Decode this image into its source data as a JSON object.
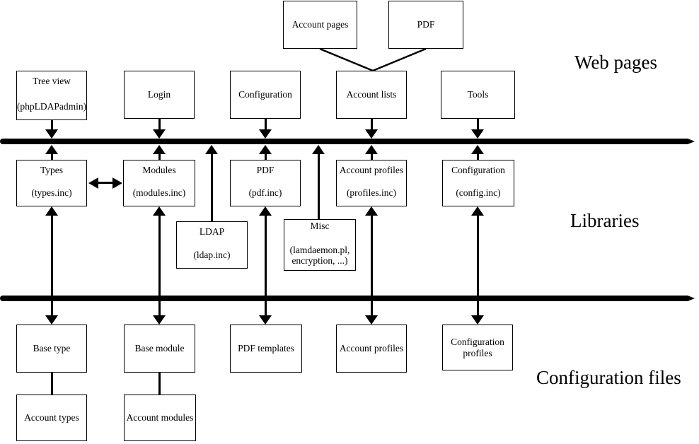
{
  "section_labels": {
    "web_pages": "Web pages",
    "libraries": "Libraries",
    "configuration_files": "Configuration files"
  },
  "boxes": {
    "account_pages": {
      "label": "Account pages"
    },
    "pdf_web": {
      "label": "PDF"
    },
    "tree_view": {
      "label": "Tree view",
      "sub": "(phpLDAPadmin)"
    },
    "login": {
      "label": "Login"
    },
    "configuration_web": {
      "label": "Configuration"
    },
    "account_lists": {
      "label": "Account lists"
    },
    "tools": {
      "label": "Tools"
    },
    "types": {
      "label": "Types",
      "sub": "(types.inc)"
    },
    "modules": {
      "label": "Modules",
      "sub": "(modules.inc)"
    },
    "pdf_lib": {
      "label": "PDF",
      "sub": "(pdf.inc)"
    },
    "account_profiles_lib": {
      "label": "Account profiles",
      "sub": "(profiles.inc)"
    },
    "configuration_lib": {
      "label": "Configuration",
      "sub": "(config.inc)"
    },
    "ldap": {
      "label": "LDAP",
      "sub": "(ldap.inc)"
    },
    "misc": {
      "label": "Misc",
      "sub1": "(lamdaemon.pl,",
      "sub2": "encryption, ...)"
    },
    "base_type": {
      "label": "Base type"
    },
    "base_module": {
      "label": "Base module"
    },
    "pdf_templates": {
      "label": "PDF templates"
    },
    "account_profiles_file": {
      "label": "Account profiles"
    },
    "configuration_profiles": {
      "label": "Configuration",
      "sub": "profiles"
    },
    "account_types": {
      "label": "Account types"
    },
    "account_modules": {
      "label": "Account modules"
    }
  },
  "colors": {
    "line": "#000000",
    "box_border": "#000000",
    "background": "#ffffff"
  },
  "connections": [
    {
      "from": "Account pages",
      "to": "Account lists",
      "style": "plain-line"
    },
    {
      "from": "PDF (web)",
      "to": "Account lists",
      "style": "plain-line"
    },
    {
      "from": "Tree view",
      "to": "bus-web-libraries",
      "style": "arrow-into-bus"
    },
    {
      "from": "Login",
      "to": "bus-web-libraries",
      "style": "arrow-into-bus"
    },
    {
      "from": "Configuration (web)",
      "to": "bus-web-libraries",
      "style": "arrow-into-bus"
    },
    {
      "from": "Account lists",
      "to": "bus-web-libraries",
      "style": "arrow-into-bus"
    },
    {
      "from": "Tools",
      "to": "bus-web-libraries",
      "style": "arrow-into-bus"
    },
    {
      "from": "Types",
      "to": "bus-web-libraries",
      "style": "arrow-into-bus"
    },
    {
      "from": "Modules",
      "to": "bus-web-libraries",
      "style": "arrow-into-bus"
    },
    {
      "from": "PDF (lib)",
      "to": "bus-web-libraries",
      "style": "arrow-into-bus"
    },
    {
      "from": "Account profiles (lib)",
      "to": "bus-web-libraries",
      "style": "arrow-into-bus"
    },
    {
      "from": "Configuration (lib)",
      "to": "bus-web-libraries",
      "style": "arrow-into-bus"
    },
    {
      "from": "LDAP",
      "to": "bus-web-libraries",
      "style": "arrow-into-bus"
    },
    {
      "from": "Misc",
      "to": "bus-web-libraries",
      "style": "arrow-into-bus"
    },
    {
      "from": "Types",
      "to": "Modules",
      "style": "double-arrow"
    },
    {
      "from": "Types",
      "to": "Base type",
      "style": "double-arrow"
    },
    {
      "from": "Modules",
      "to": "Base module",
      "style": "double-arrow"
    },
    {
      "from": "PDF (lib)",
      "to": "PDF templates",
      "style": "double-arrow"
    },
    {
      "from": "Account profiles (lib)",
      "to": "Account profiles (file)",
      "style": "double-arrow"
    },
    {
      "from": "Configuration (lib)",
      "to": "Configuration profiles",
      "style": "double-arrow"
    },
    {
      "from": "Base type",
      "to": "Account types",
      "style": "plain-line"
    },
    {
      "from": "Base module",
      "to": "Account modules",
      "style": "plain-line"
    }
  ]
}
